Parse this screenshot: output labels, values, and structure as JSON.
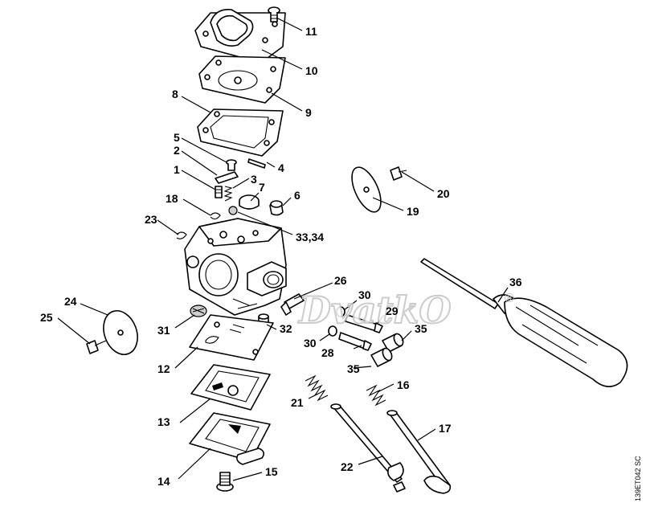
{
  "diagram": {
    "callouts": [
      {
        "id": "c11",
        "text": "11"
      },
      {
        "id": "c10",
        "text": "10"
      },
      {
        "id": "c9",
        "text": "9"
      },
      {
        "id": "c8",
        "text": "8"
      },
      {
        "id": "c5",
        "text": "5"
      },
      {
        "id": "c2",
        "text": "2"
      },
      {
        "id": "c4",
        "text": "4"
      },
      {
        "id": "c1",
        "text": "1"
      },
      {
        "id": "c3",
        "text": "3"
      },
      {
        "id": "c7",
        "text": "7"
      },
      {
        "id": "c6",
        "text": "6"
      },
      {
        "id": "c18",
        "text": "18"
      },
      {
        "id": "c23",
        "text": "23"
      },
      {
        "id": "c3334",
        "text": "33,34"
      },
      {
        "id": "c20",
        "text": "20"
      },
      {
        "id": "c19",
        "text": "19"
      },
      {
        "id": "c36",
        "text": "36"
      },
      {
        "id": "c26",
        "text": "26"
      },
      {
        "id": "c24",
        "text": "24"
      },
      {
        "id": "c25",
        "text": "25"
      },
      {
        "id": "c30a",
        "text": "30"
      },
      {
        "id": "c29",
        "text": "29"
      },
      {
        "id": "c31",
        "text": "31"
      },
      {
        "id": "c32",
        "text": "32"
      },
      {
        "id": "c35a",
        "text": "35"
      },
      {
        "id": "c30b",
        "text": "30"
      },
      {
        "id": "c28",
        "text": "28"
      },
      {
        "id": "c12",
        "text": "12"
      },
      {
        "id": "c35b",
        "text": "35"
      },
      {
        "id": "c21",
        "text": "21"
      },
      {
        "id": "c16",
        "text": "16"
      },
      {
        "id": "c17",
        "text": "17"
      },
      {
        "id": "c13",
        "text": "13"
      },
      {
        "id": "c22",
        "text": "22"
      },
      {
        "id": "c14",
        "text": "14"
      },
      {
        "id": "c15",
        "text": "15"
      }
    ],
    "watermark": "DvatkO",
    "watermark_mark": "®",
    "drawing_code": "139ET042 SC"
  }
}
